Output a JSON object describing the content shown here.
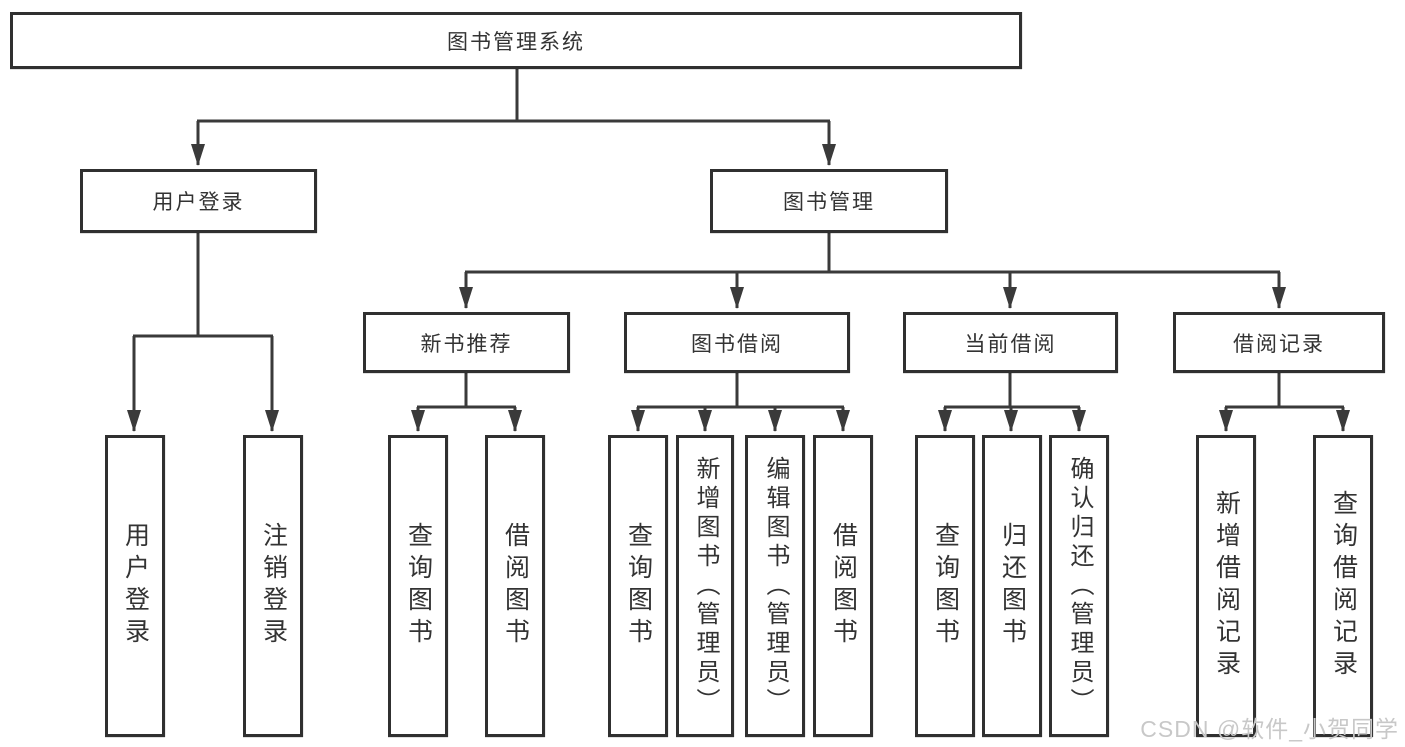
{
  "diagram": {
    "root": {
      "label": "图书管理系统"
    },
    "level2": [
      {
        "label": "用户登录"
      },
      {
        "label": "图书管理"
      }
    ],
    "level3": [
      {
        "label": "新书推荐"
      },
      {
        "label": "图书借阅"
      },
      {
        "label": "当前借阅"
      },
      {
        "label": "借阅记录"
      }
    ],
    "leaves": [
      {
        "label": "用户登录"
      },
      {
        "label": "注销登录"
      },
      {
        "label": "查询图书"
      },
      {
        "label": "借阅图书"
      },
      {
        "label": "查询图书"
      },
      {
        "label": "新增图书（管理员）"
      },
      {
        "label": "编辑图书（管理员）"
      },
      {
        "label": "借阅图书"
      },
      {
        "label": "查询图书"
      },
      {
        "label": "归还图书"
      },
      {
        "label": "确认归还（管理员）"
      },
      {
        "label": "新增借阅记录"
      },
      {
        "label": "查询借阅记录"
      }
    ]
  },
  "watermark": {
    "text": "CSDN @软件_小贺同学"
  },
  "colors": {
    "line": "#3a3a3a",
    "border": "#303030",
    "text": "#333333",
    "watermark": "#c8c8c8",
    "background": "#ffffff"
  }
}
